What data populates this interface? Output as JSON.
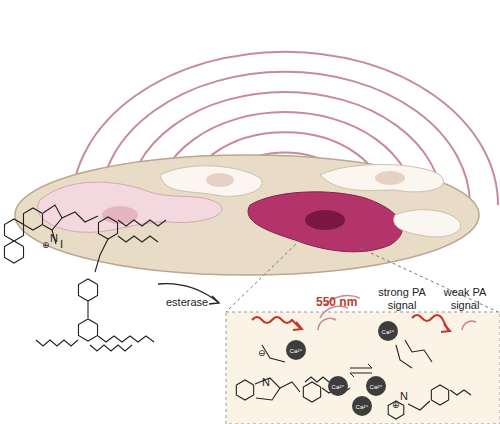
{
  "diagram": {
    "nodes": [
      {
        "text": [
          "Ca²⁺"
        ]
      },
      {
        "text": [
          "Ca²⁺"
        ]
      },
      {
        "text": [
          "Ca²⁺"
        ]
      },
      {
        "text": [
          "Ca²⁺"
        ]
      },
      {
        "text": [
          "Ca²⁺"
        ]
      }
    ],
    "labels": [
      "550 nm",
      "strong PA signal",
      "weak PA signal",
      "esterase",
      "N",
      "⊕",
      "I",
      "N",
      "⊖",
      "N",
      "⊕"
    ]
  }
}
